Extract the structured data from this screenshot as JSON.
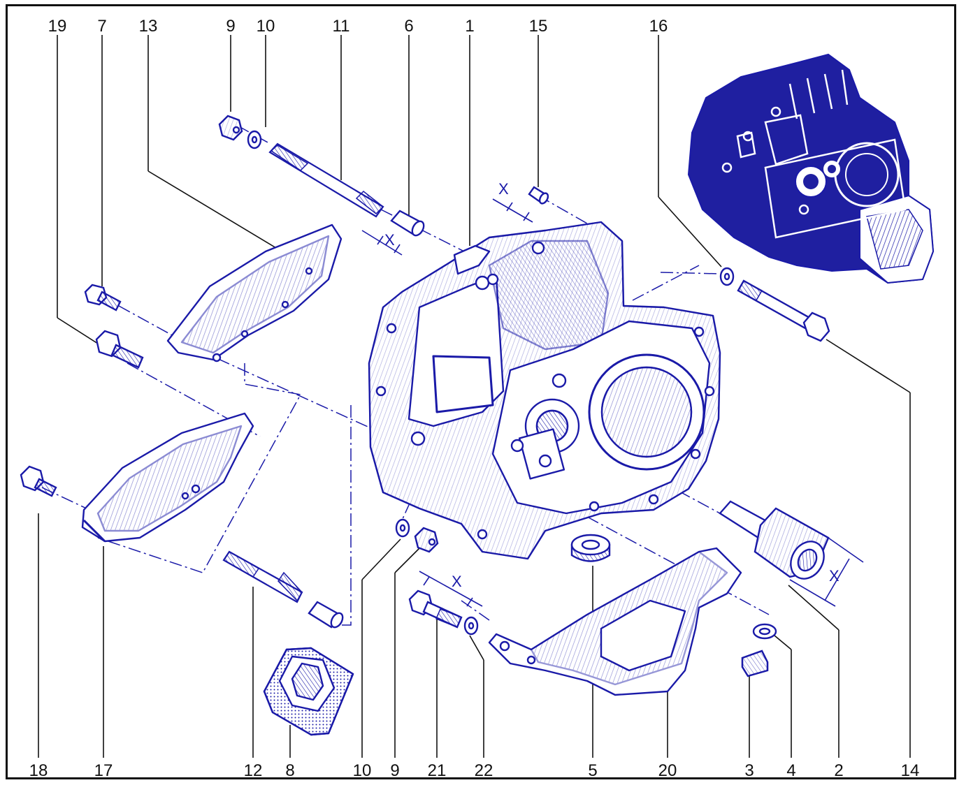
{
  "colors": {
    "ink": "#1a1aa8",
    "solid": "#1f1fa0",
    "paper": "#ffffff",
    "labels": "#111111"
  },
  "labels": {
    "top": [
      "19",
      "7",
      "13",
      "9",
      "10",
      "11",
      "6",
      "1",
      "15",
      "16"
    ],
    "bottom": [
      "18",
      "17",
      "12",
      "8",
      "10",
      "9",
      "21",
      "22",
      "5",
      "20",
      "3",
      "4",
      "2",
      "14"
    ]
  },
  "dimension_mark": "X"
}
